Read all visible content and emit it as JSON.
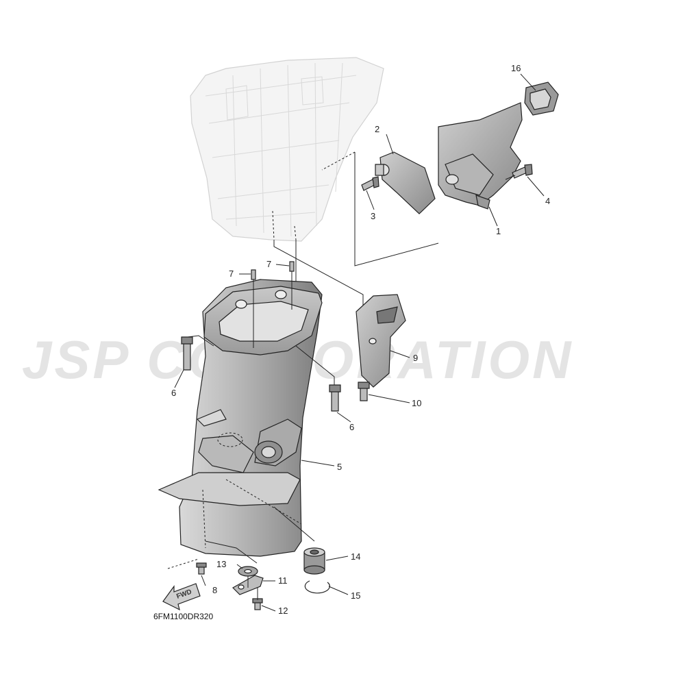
{
  "diagram": {
    "watermark": "JSP CORPORATION",
    "diagram_code": "6FM1100DR320",
    "fwd_label": "FWD",
    "callouts": [
      {
        "id": "c1",
        "label": "1"
      },
      {
        "id": "c2",
        "label": "2"
      },
      {
        "id": "c3",
        "label": "3"
      },
      {
        "id": "c4",
        "label": "4"
      },
      {
        "id": "c5",
        "label": "5"
      },
      {
        "id": "c6a",
        "label": "6"
      },
      {
        "id": "c6b",
        "label": "6"
      },
      {
        "id": "c7a",
        "label": "7"
      },
      {
        "id": "c7b",
        "label": "7"
      },
      {
        "id": "c8",
        "label": "8"
      },
      {
        "id": "c9",
        "label": "9"
      },
      {
        "id": "c10",
        "label": "10"
      },
      {
        "id": "c11",
        "label": "11"
      },
      {
        "id": "c12",
        "label": "12"
      },
      {
        "id": "c13",
        "label": "13"
      },
      {
        "id": "c14",
        "label": "14"
      },
      {
        "id": "c15",
        "label": "15"
      },
      {
        "id": "c16",
        "label": "16"
      }
    ]
  }
}
